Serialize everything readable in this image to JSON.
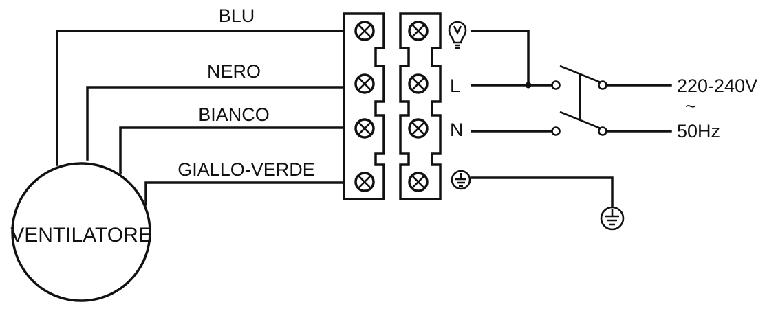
{
  "wires": {
    "blue": "BLU",
    "black": "NERO",
    "white": "BIANCO",
    "yellow_green": "GIALLO-VERDE"
  },
  "motor": {
    "label": "VENTILATORE"
  },
  "terminals": {
    "lamp_icon": "lamp-icon",
    "live": "L",
    "neutral": "N",
    "ground_icon": "ground-icon"
  },
  "supply": {
    "voltage": "220-240V",
    "ac_symbol": "~",
    "frequency": "50Hz"
  },
  "colors": {
    "ink": "#111111",
    "background": "#ffffff"
  }
}
